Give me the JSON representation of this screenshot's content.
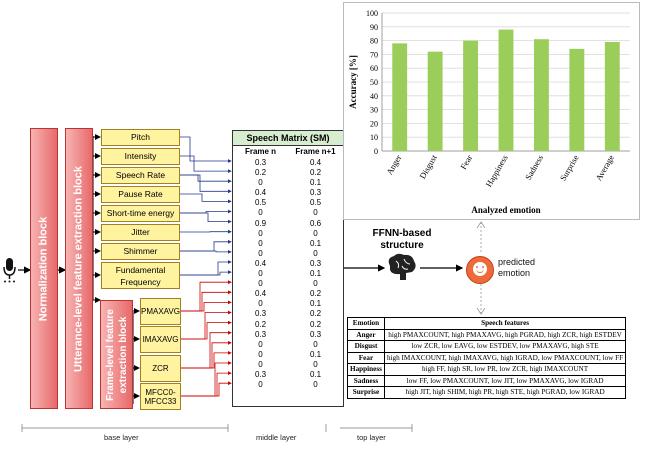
{
  "blocks": {
    "normalization": "Normalization block",
    "utterance": "Utterance-level feature extraction block",
    "frame": "Frame-level feature extraction block"
  },
  "utterance_features": [
    "Pitch",
    "Intensity",
    "Speech Rate",
    "Pause Rate",
    "Short-time energy",
    "Jitter",
    "Shimmer",
    "Fundamental Frequency"
  ],
  "frame_features": [
    "PMAXAVG",
    "IMAXAVG",
    "ZCR",
    "MFCC0-MFCC33"
  ],
  "speech_matrix": {
    "title": "Speech Matrix (SM)",
    "col1": "Frame n",
    "col2": "Frame n+1",
    "rows": [
      [
        "0.3",
        "0.4"
      ],
      [
        "0.2",
        "0.2"
      ],
      [
        "0",
        "0.1"
      ],
      [
        "0.4",
        "0.3"
      ],
      [
        "0.5",
        "0.5"
      ],
      [
        "0",
        "0"
      ],
      [
        "0.9",
        "0.6"
      ],
      [
        "0",
        "0"
      ],
      [
        "0",
        "0.1"
      ],
      [
        "0",
        "0"
      ],
      [
        "0.4",
        "0.3"
      ],
      [
        "0",
        "0.1"
      ],
      [
        "0",
        "0"
      ],
      [
        "0.4",
        "0.2"
      ],
      [
        "0",
        "0.1"
      ],
      [
        "0.3",
        "0.2"
      ],
      [
        "0.2",
        "0.2"
      ],
      [
        "0.3",
        "0.3"
      ],
      [
        "0",
        "0"
      ],
      [
        "0",
        "0.1"
      ],
      [
        "0",
        "0"
      ],
      [
        "0.3",
        "0.1"
      ],
      [
        "0",
        "0"
      ]
    ]
  },
  "ffnn_label": "FFNN-based structure",
  "predicted_label": "predicted emotion",
  "bottom_labels": {
    "base": "base layer",
    "middle": "middle layer",
    "top": "top layer"
  },
  "chart_data": {
    "type": "bar",
    "categories": [
      "Anger",
      "Disgust",
      "Fear",
      "Happiness",
      "Sadness",
      "Surprise",
      "Average"
    ],
    "values": [
      78,
      72,
      80,
      88,
      81,
      74,
      79
    ],
    "xlabel": "Analyzed emotion",
    "ylabel": "Accuracy [%]",
    "ylim": [
      0,
      100
    ],
    "yticks": [
      0,
      10,
      20,
      30,
      40,
      50,
      60,
      70,
      80,
      90,
      100
    ],
    "bar_color": "#9acd5a"
  },
  "emotion_table": {
    "header_emotion": "Emotion",
    "header_features": "Speech features",
    "rows": [
      {
        "emotion": "Anger",
        "features": "high PMAXCOUNT, high PMAXAVG, high PGRAD, high ZCR, high ESTDEV"
      },
      {
        "emotion": "Disgust",
        "features": "low ZCR, low EAVG, low ESTDEV, low PMAXAVG, high STE"
      },
      {
        "emotion": "Fear",
        "features": "high IMAXCOUNT, high IMAXAVG, high IGRAD, low PMAXCOUNT, low FF"
      },
      {
        "emotion": "Happiness",
        "features": "high FF, high SR, low PR, low ZCR, high IMAXCOUNT"
      },
      {
        "emotion": "Sadness",
        "features": "low FF, low PMAXCOUNT, low JIT, low PMAXAVG, low IGRAD"
      },
      {
        "emotion": "Surprise",
        "features": "high JIT, high SHIM, high PR, high STE, high PGRAD, low IGRAD"
      }
    ]
  }
}
